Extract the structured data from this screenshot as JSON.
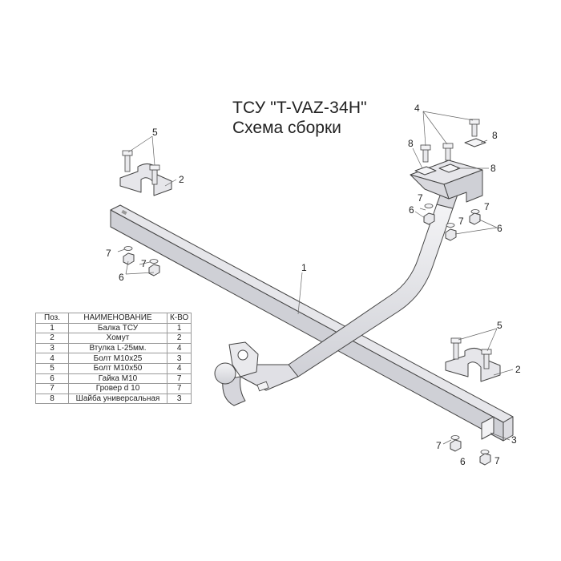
{
  "title": {
    "line1": "ТСУ \"T-VAZ-34H\"",
    "line2": "Схема сборки"
  },
  "table": {
    "headers": [
      "Поз.",
      "НАИМЕНОВАНИЕ",
      "К-ВО"
    ],
    "rows": [
      [
        "1",
        "Балка ТСУ",
        "1"
      ],
      [
        "2",
        "Хомут",
        "2"
      ],
      [
        "3",
        "Втулка L-25мм.",
        "4"
      ],
      [
        "4",
        "Болт M10x25",
        "3"
      ],
      [
        "5",
        "Болт M10x50",
        "4"
      ],
      [
        "6",
        "Гайка  M10",
        "7"
      ],
      [
        "7",
        "Гровер d 10",
        "7"
      ],
      [
        "8",
        "Шайба универсальная",
        "3"
      ]
    ]
  },
  "callouts": {
    "c1": "1",
    "c2_left": "2",
    "c2_right": "2",
    "c3": "3",
    "c4": "4",
    "c5_left": "5",
    "c5_right": "5",
    "c6_left": "6",
    "c6_mid": "6",
    "c6_right": "6",
    "c6_bottom": "6",
    "c7_left": "7",
    "c7_mid_a": "7",
    "c7_mid_b": "7",
    "c7_right": "7",
    "c7_bottom_a": "7",
    "c7_bottom_b": "7",
    "c7_left_b": "7",
    "c8_a": "8",
    "c8_b": "8",
    "c8_c": "8"
  },
  "colors": {
    "part_fill": "#e9e9ec",
    "part_shade": "#c9c9cf",
    "outline": "#444444",
    "text": "#222222"
  }
}
